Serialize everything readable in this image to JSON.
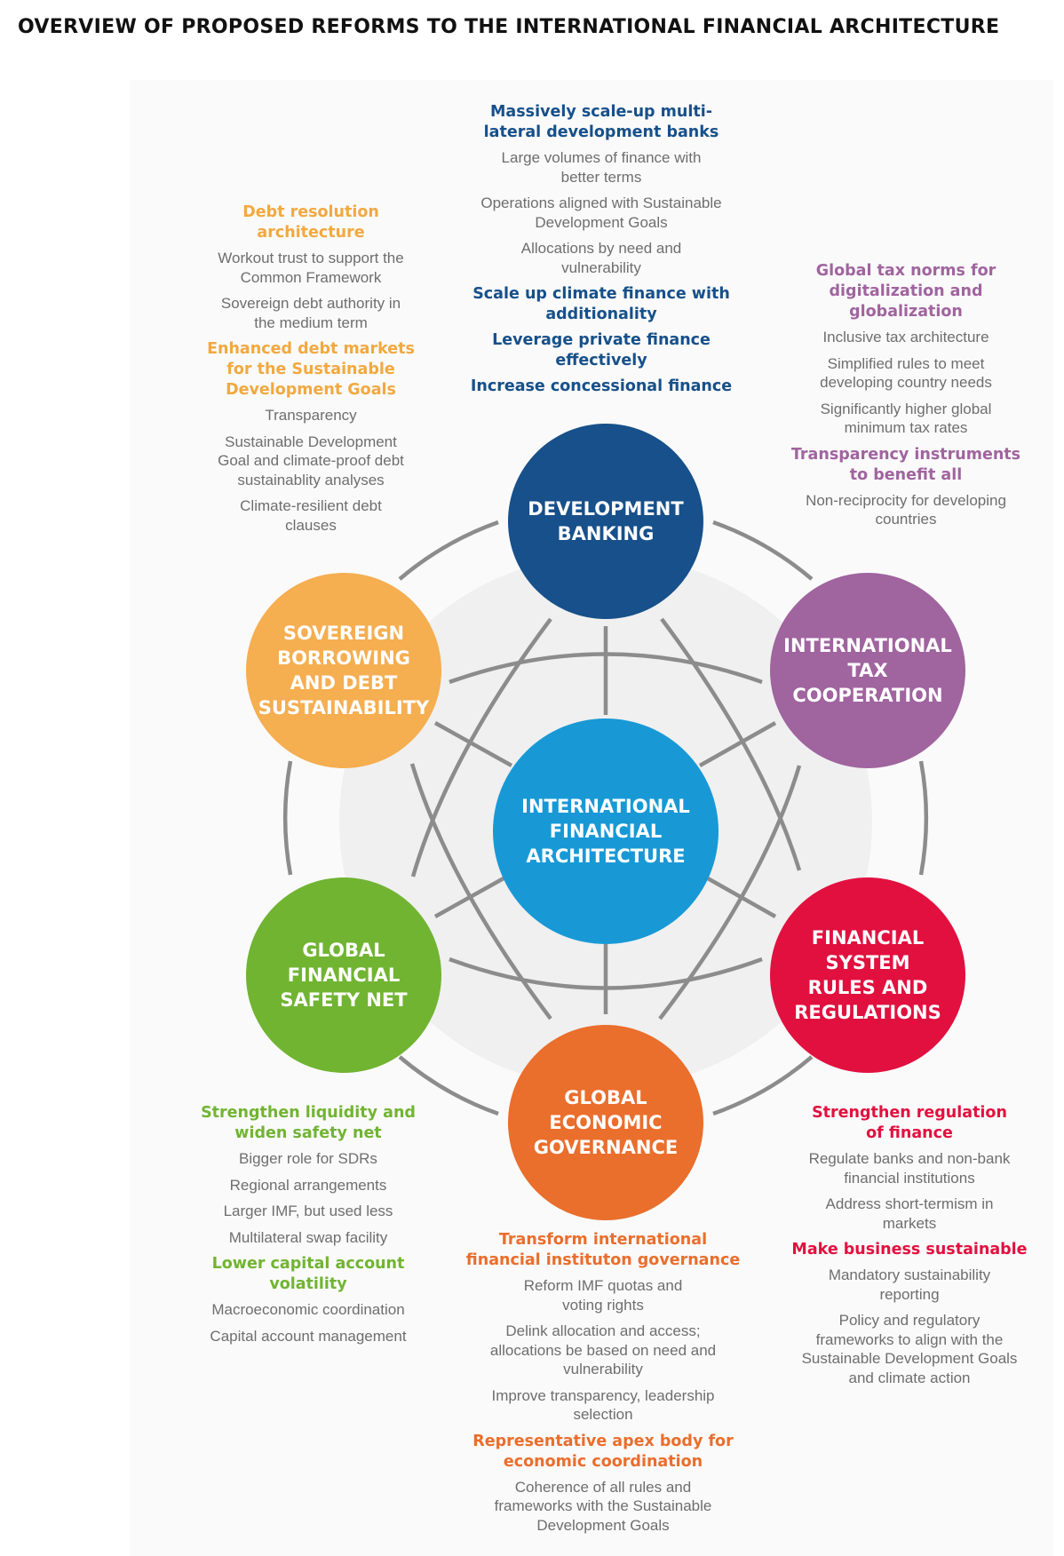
{
  "title": "OVERVIEW OF PROPOSED REFORMS TO THE INTERNATIONAL FINANCIAL ARCHITECTURE",
  "colors": {
    "development": "#17508a",
    "tax": "#a0649f",
    "financial_system": "#e2103f",
    "governance": "#ea6e2c",
    "safety_net": "#71b432",
    "sovereign": "#f5ae50",
    "center": "#1899d6",
    "connector": "#8c8c8c",
    "item_text": "#6e6e6e"
  },
  "nodes": {
    "center": "INTERNATIONAL\nFINANCIAL\nARCHITECTURE",
    "development": "DEVELOPMENT\nBANKING",
    "tax": "INTERNATIONAL\nTAX\nCOOPERATION",
    "financial_system": "FINANCIAL\nSYSTEM\nRULES AND\nREGULATIONS",
    "governance": "GLOBAL\nECONOMIC\nGOVERNANCE",
    "safety_net": "GLOBAL\nFINANCIAL\nSAFETY NET",
    "sovereign": "SOVEREIGN\nBORROWING\nAND DEBT\nSUSTAINABILITY"
  },
  "development_block": {
    "h1": "Massively scale-up multi-\nlateral development banks",
    "i1": "Large volumes of finance with\nbetter terms",
    "i2": "Operations aligned with Sustainable\nDevelopment Goals",
    "i3": "Allocations by need and\nvulnerability",
    "h2": "Scale up climate finance with\nadditionality",
    "h3": "Leverage private finance\neffectively",
    "h4": "Increase concessional finance"
  },
  "debt_block": {
    "h1": "Debt resolution\narchitecture",
    "i1": "Workout trust to support the\nCommon Framework",
    "i2": "Sovereign debt authority in\nthe medium term",
    "h2": "Enhanced debt markets\nfor the Sustainable\nDevelopment Goals",
    "i3": "Transparency",
    "i4": "Sustainable Development\nGoal and climate-proof debt\nsustainablity analyses",
    "i5": "Climate-resilient debt\nclauses"
  },
  "tax_block": {
    "h1": "Global tax norms for\ndigitalization and\nglobalization",
    "i1": "Inclusive tax architecture",
    "i2": "Simplified rules to meet\ndeveloping country needs",
    "i3": "Significantly higher global\nminimum tax rates",
    "h2": "Transparency instruments\nto benefit all",
    "i4": "Non-reciprocity for developing\ncountries"
  },
  "safety_block": {
    "h1": "Strengthen liquidity and\nwiden safety net",
    "i1": "Bigger role for SDRs",
    "i2": "Regional arrangements",
    "i3": "Larger IMF, but used less",
    "i4": "Multilateral swap facility",
    "h2": "Lower capital account\nvolatility",
    "i5": "Macroeconomic coordination",
    "i6": "Capital account management"
  },
  "governance_block": {
    "h1": "Transform international\nfinancial instituton governance",
    "i1": "Reform IMF quotas and\nvoting rights",
    "i2": "Delink allocation and access;\nallocations be based on need and\nvulnerability",
    "i3": "Improve transparency, leadership\nselection",
    "h2": "Representative apex body for\neconomic coordination",
    "i4": "Coherence of all rules and\nframeworks with the Sustainable\nDevelopment Goals"
  },
  "finance_block": {
    "h1": "Strengthen regulation\nof finance",
    "i1": "Regulate banks and non-bank\nfinancial institutions",
    "i2": "Address short-termism in\nmarkets",
    "h2": "Make business sustainable",
    "i3": "Mandatory sustainability\nreporting",
    "i4": "Policy and regulatory\nframeworks to align with the\nSustainable Development Goals\nand climate action"
  }
}
